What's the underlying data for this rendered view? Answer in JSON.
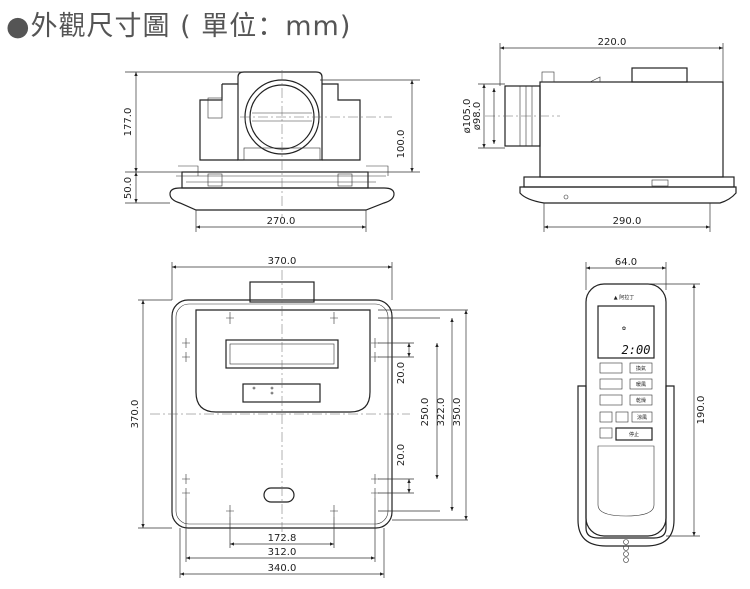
{
  "title": "●外觀尺寸圖 ( 單位：mm)",
  "front_view": {
    "dim_height": "177.0",
    "dim_base": "50.0",
    "dim_width": "270.0",
    "dim_duct": "100.0"
  },
  "side_view": {
    "dim_top": "220.0",
    "dim_outer_dia": "ø105.0",
    "dim_inner_dia": "ø98.0",
    "dim_bottom": "290.0"
  },
  "bottom_view": {
    "dim_top_width": "370.0",
    "dim_left_height": "370.0",
    "dim_upper_20": "20.0",
    "dim_lower_20": "20.0",
    "dim_250": "250.0",
    "dim_322": "322.0",
    "dim_350": "350.0",
    "dim_172": "172.8",
    "dim_312": "312.0",
    "dim_340": "340.0"
  },
  "remote": {
    "dim_width": "64.0",
    "dim_height": "190.0",
    "brand": "▲ 阿拉丁",
    "time": "2:00",
    "btn_stop": "停止",
    "btn_vent": "換氣",
    "btn_warm": "暖風",
    "btn_dry": "乾燥",
    "btn_cool": "涼風"
  },
  "colors": {
    "line": "#222222",
    "title": "#555555"
  }
}
